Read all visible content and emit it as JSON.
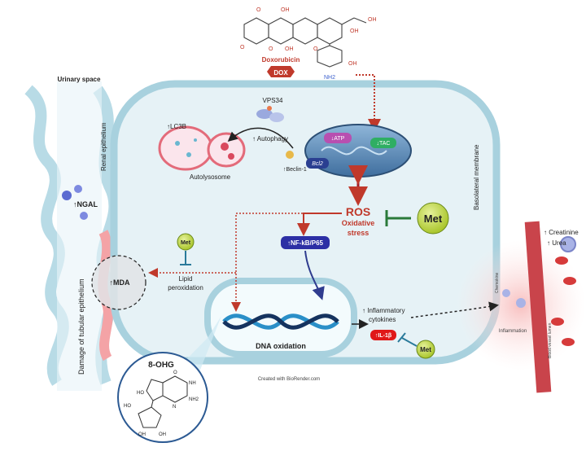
{
  "drug": {
    "name": "Doxorubicin",
    "abbr": "DOX",
    "oh_labels": [
      "OH",
      "OH",
      "OH",
      "OH",
      "OH"
    ],
    "nh2": "NH2",
    "o_labels": [
      "O",
      "O",
      "O",
      "O"
    ]
  },
  "regions": {
    "urinary_space": "Urinary space",
    "renal_epithelium": "Renal epithelium",
    "damage": "Damage of tubular epithelium",
    "basolateral": "Basolateral membrane"
  },
  "markers": {
    "ngal": "↑NGAL",
    "mda": "↑MDA",
    "lc3b": "↑LC3B",
    "vps34": "VPS34",
    "autophagy": "↑ Autophagy",
    "beclin": "↑Beclin-1",
    "autolysosome": "Autolysosome"
  },
  "mitochondria": {
    "atp": "↓ATP",
    "tac": "↓TAC",
    "bcl2": "Bcl2"
  },
  "ros": {
    "title": "ROS",
    "sub1": "Oxidative",
    "sub2": "stress"
  },
  "met": {
    "label": "Met"
  },
  "lipid": {
    "line1": "Lipid",
    "line2": "peroxidation"
  },
  "nfkb": {
    "label": "↑NF-kB/P65"
  },
  "dna": {
    "label": "DNA oxidation"
  },
  "cytokines": {
    "line1": "↑ Inflammatory",
    "line2": "cytokines",
    "il1b": "↑IL-1β"
  },
  "ohg": {
    "title": "8-OHG",
    "atoms": {
      "o": "O",
      "n": "N",
      "nh": "NH",
      "nh2": "NH2",
      "ho": "HO",
      "oh": "OH"
    }
  },
  "right": {
    "creatinine": "↑ Creatinine",
    "urea": "↑ Urea",
    "chemokine": "Chemokine",
    "inflammation": "Inflammation",
    "vessel": "Blood vessel lumen"
  },
  "credit": "Created with BioRender.com"
}
